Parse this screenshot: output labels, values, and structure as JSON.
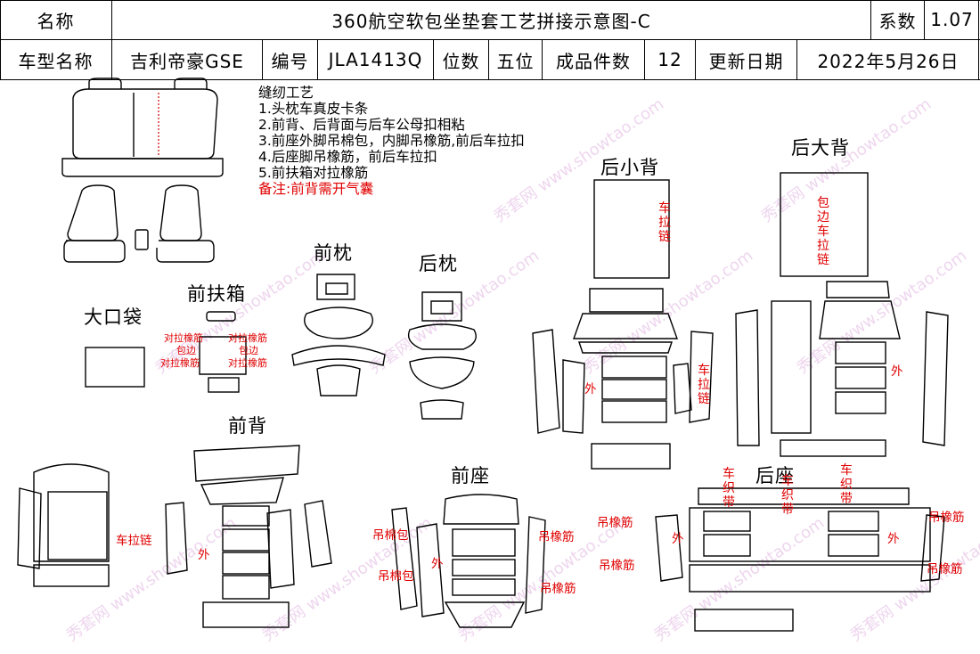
{
  "header": {
    "row1": {
      "name_label": "名称",
      "title": "360航空软包坐垫套工艺拼接示意图-C",
      "coef_label": "系数",
      "coef_value": "1.07"
    },
    "row2": {
      "model_label": "车型名称",
      "model_value": "吉利帝豪GSE",
      "code_label": "编号",
      "code_value": "JLA1413Q",
      "seats_label": "位数",
      "seats_value": "五位",
      "pieces_label": "成品件数",
      "pieces_value": "12",
      "date_label": "更新日期",
      "date_value": "2022年5月26日"
    }
  },
  "notes": {
    "title": "缝纫工艺",
    "items": [
      "1.头枕车真皮卡条",
      "2.前背、后背面与后车公母扣相粘",
      "3.前座外脚吊棉包，内脚吊橡筋,前后车拉扣",
      "4.后座脚吊橡筋，前后车拉扣",
      "5.前扶箱对拉橡筋"
    ],
    "remark": "备注:前背需开气囊"
  },
  "sections": {
    "big_pocket": "大口袋",
    "front_armrest": "前扶箱",
    "front_headrest": "前枕",
    "rear_headrest": "后枕",
    "rear_small_back": "后小背",
    "rear_big_back": "后大背",
    "front_back": "前背",
    "front_seat": "前座",
    "rear_seat": "后座"
  },
  "labels": {
    "armrest_pull_elastic": "对拉橡筋",
    "armrest_wrap_edge": "包边",
    "zipper": "车拉链",
    "outer": "外",
    "hang_cotton": "吊棉包",
    "hang_elastic": "吊橡筋",
    "woven_band": "车织带",
    "wrap_edge_zipper": "包边车拉链"
  },
  "watermark": {
    "text_cn": "秀套网",
    "text_en": "www.showtao.com",
    "color": "#e9c9e9"
  },
  "colors": {
    "accent_red": "#e00000",
    "line": "#000000"
  }
}
